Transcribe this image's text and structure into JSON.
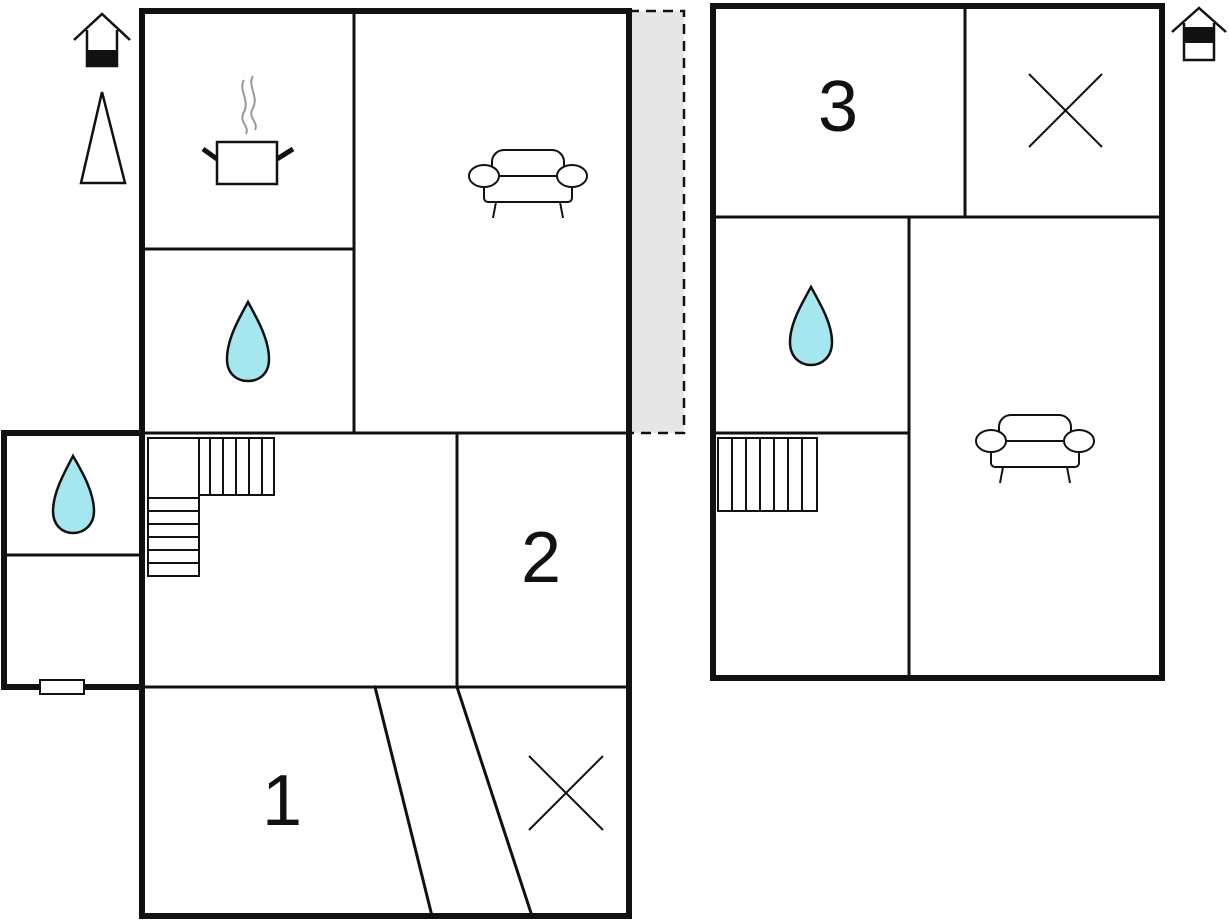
{
  "room_labels": {
    "room_1": "1",
    "room_2": "2",
    "room_3": "3"
  },
  "colors": {
    "wall": "#111111",
    "water": "#a6e6ef",
    "terrace": "#e6e6e6",
    "background": "#ffffff"
  },
  "icons": [
    "floor-level-icon",
    "north-arrow-icon",
    "kitchen-pot-icon",
    "living-room-sofa-icon",
    "bathroom-drop-icon",
    "staircase-icon",
    "closed-area-cross-icon",
    "window-icon"
  ]
}
